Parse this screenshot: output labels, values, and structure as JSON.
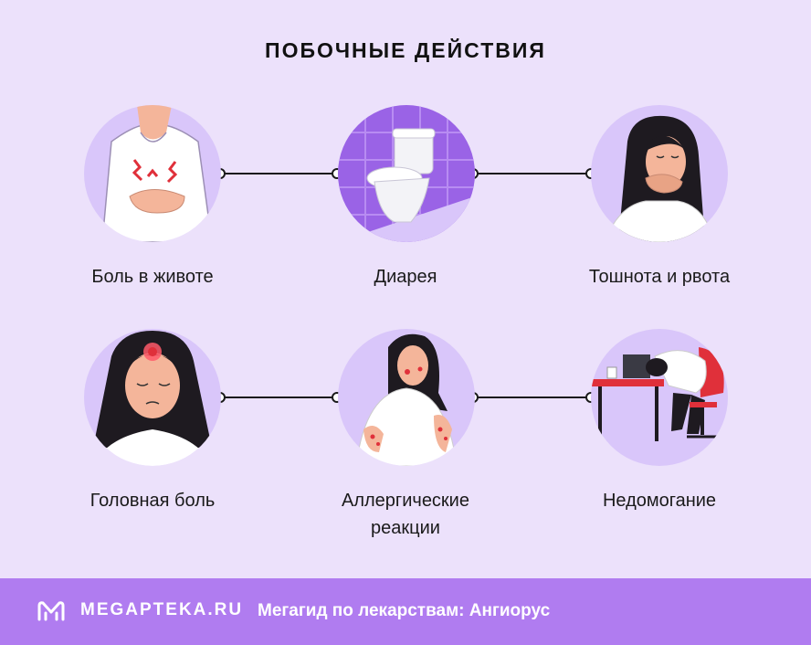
{
  "title": "ПОБОЧНЫЕ ДЕЙСТВИЯ",
  "effects": [
    {
      "label": "Боль в животе",
      "icon": "stomach-pain-icon"
    },
    {
      "label": "Диарея",
      "icon": "toilet-icon"
    },
    {
      "label": "Тошнота и рвота",
      "icon": "nausea-icon"
    },
    {
      "label": "Головная боль",
      "icon": "headache-icon"
    },
    {
      "label": "Аллергические реакции",
      "icon": "allergy-icon"
    },
    {
      "label": "Недомогание",
      "icon": "malaise-icon"
    }
  ],
  "footer": {
    "brand": "MEGAPTEKA.RU",
    "tagline": "Мегагид по лекарствам: Ангиорус",
    "logo_icon": "megapteka-logo-icon"
  },
  "colors": {
    "background": "#ece1fb",
    "circle": "#d9c6fa",
    "footer": "#b07cf0",
    "accent_red": "#e0303a"
  }
}
